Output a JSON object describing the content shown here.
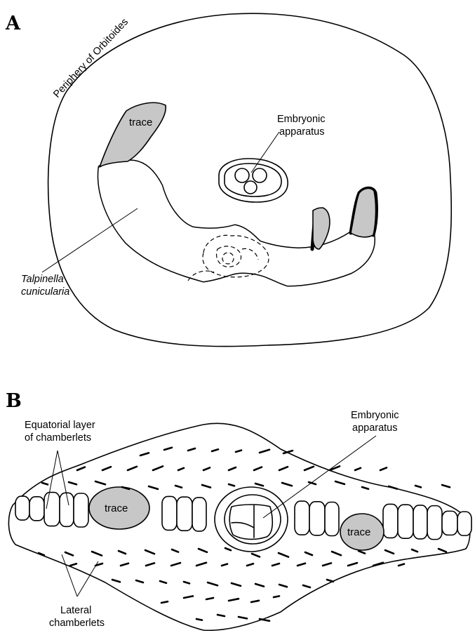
{
  "panel_a": {
    "letter": "A",
    "periphery_label": "Periphery of Orbitoides",
    "trace_label": "trace",
    "embryonic_label_line1": "Embryonic",
    "embryonic_label_line2": "apparatus",
    "talpinella_label_line1": "Talpinella",
    "talpinella_label_line2": "cunicularia"
  },
  "panel_b": {
    "letter": "B",
    "equatorial_label_line1": "Equatorial layer",
    "equatorial_label_line2": "of chamberlets",
    "embryonic_label_line1": "Embryonic",
    "embryonic_label_line2": "apparatus",
    "trace_left_label": "trace",
    "trace_right_label": "trace",
    "lateral_label_line1": "Lateral",
    "lateral_label_line2": "chamberlets"
  },
  "colors": {
    "trace_fill": "#c7c7c7",
    "outline": "#000000",
    "background": "#ffffff"
  }
}
